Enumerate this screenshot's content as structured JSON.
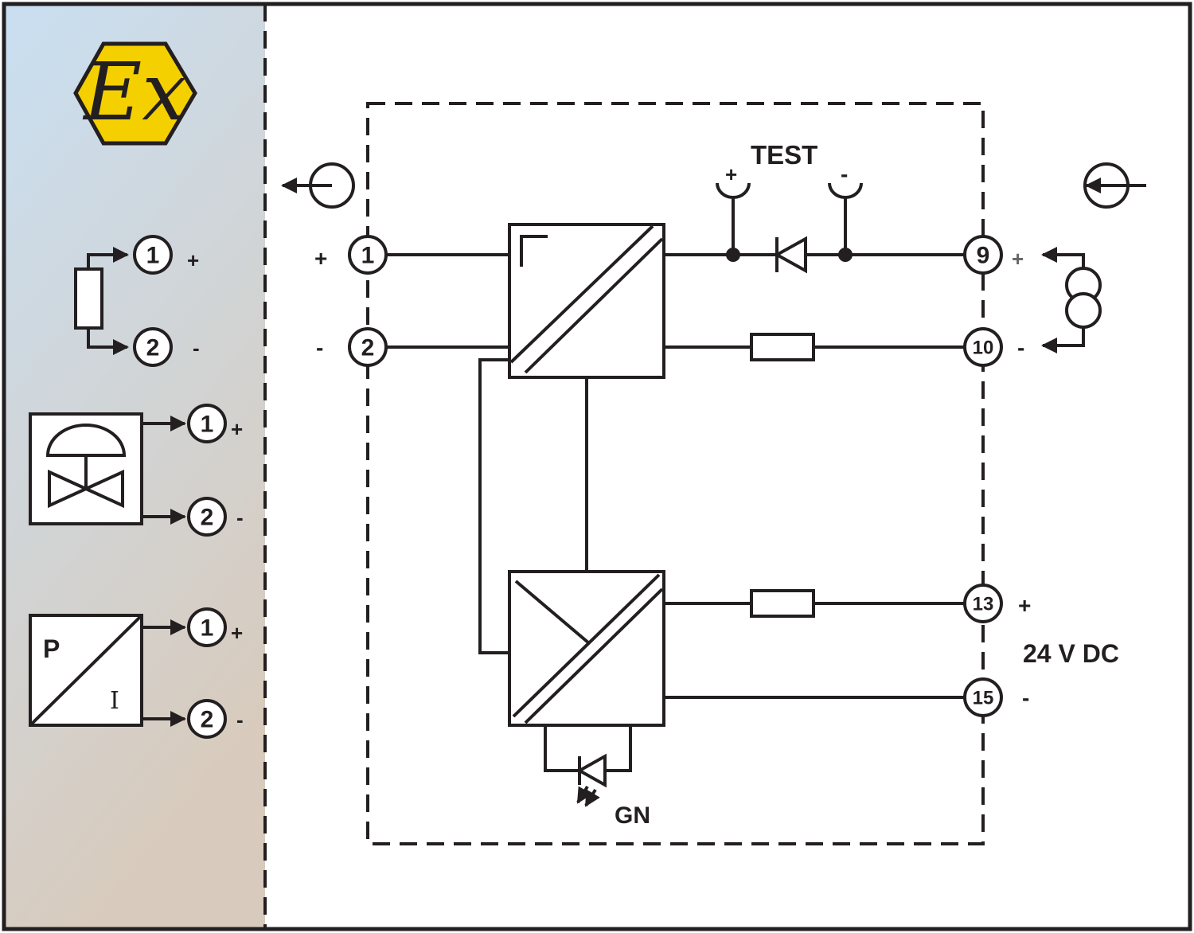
{
  "ex_logo": {
    "text": "Ex",
    "color": "#f5d000"
  },
  "colors": {
    "ink": "#231f20",
    "hazard_gradient_top": "#c9dff2",
    "hazard_gradient_bottom": "#d8cbbd"
  },
  "test": {
    "title": "TEST",
    "plus": "+",
    "minus": "-"
  },
  "field_side": {
    "input_terminals": [
      {
        "num": "1",
        "sign": "+"
      },
      {
        "num": "2",
        "sign": "-"
      }
    ],
    "device_sensor": {
      "t1": "1",
      "s1": "+",
      "t2": "2",
      "s2": "-"
    },
    "device_valve": {
      "t1": "1",
      "s1": "+",
      "t2": "2",
      "s2": "-"
    },
    "device_transmitter": {
      "t1": "1",
      "s1": "+",
      "t2": "2",
      "s2": "-",
      "p_label": "P",
      "i_label": "I"
    }
  },
  "output_terminals": [
    {
      "num": "9",
      "sign": "+"
    },
    {
      "num": "10",
      "sign": "-"
    },
    {
      "num": "13",
      "sign": "+"
    },
    {
      "num": "15",
      "sign": "-"
    }
  ],
  "supply_label": "24 V DC",
  "led_label": "GN",
  "icons": [
    "ex-hazard-icon",
    "signal-out-icon",
    "signal-in-icon",
    "current-source-icon",
    "resistor-icon",
    "valve-icon",
    "transmitter-icon",
    "diode-icon",
    "fuse-icon",
    "led-icon",
    "test-socket-icon"
  ]
}
